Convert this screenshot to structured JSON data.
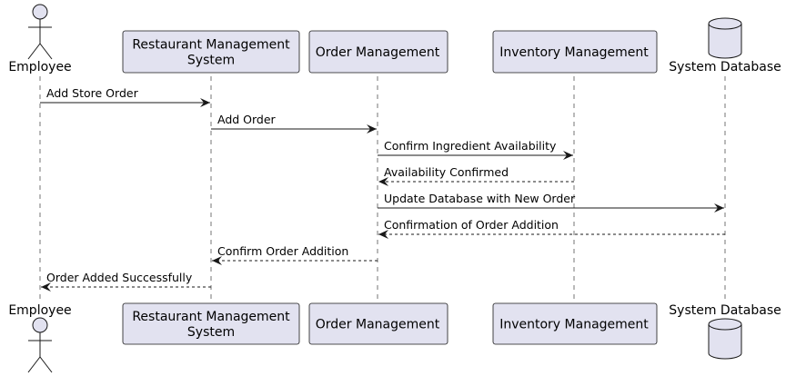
{
  "participants": [
    {
      "id": "employee",
      "kind": "actor",
      "label": "Employee"
    },
    {
      "id": "rms",
      "kind": "box",
      "lines": [
        "Restaurant Management",
        "System"
      ]
    },
    {
      "id": "om",
      "kind": "box",
      "lines": [
        "Order Management"
      ]
    },
    {
      "id": "im",
      "kind": "box",
      "lines": [
        "Inventory Management"
      ]
    },
    {
      "id": "db",
      "kind": "database",
      "label": "System Database"
    }
  ],
  "messages": [
    {
      "from": "employee",
      "to": "rms",
      "label": "Add Store Order",
      "style": "solid"
    },
    {
      "from": "rms",
      "to": "om",
      "label": "Add Order",
      "style": "solid"
    },
    {
      "from": "om",
      "to": "im",
      "label": "Confirm Ingredient Availability",
      "style": "solid"
    },
    {
      "from": "im",
      "to": "om",
      "label": "Availability Confirmed",
      "style": "dashed"
    },
    {
      "from": "om",
      "to": "db",
      "label": "Update Database with New Order",
      "style": "solid"
    },
    {
      "from": "db",
      "to": "om",
      "label": "Confirmation of Order Addition",
      "style": "dashed"
    },
    {
      "from": "om",
      "to": "rms",
      "label": "Confirm Order Addition",
      "style": "dashed"
    },
    {
      "from": "rms",
      "to": "employee",
      "label": "Order Added Successfully",
      "style": "dashed"
    }
  ],
  "colors": {
    "participant_fill": "#e2e2f0",
    "participant_stroke": "#181818",
    "lifeline": "#181818",
    "arrow": "#181818"
  },
  "icons": {
    "actor": "stick-figure-icon",
    "database": "cylinder-database-icon"
  }
}
